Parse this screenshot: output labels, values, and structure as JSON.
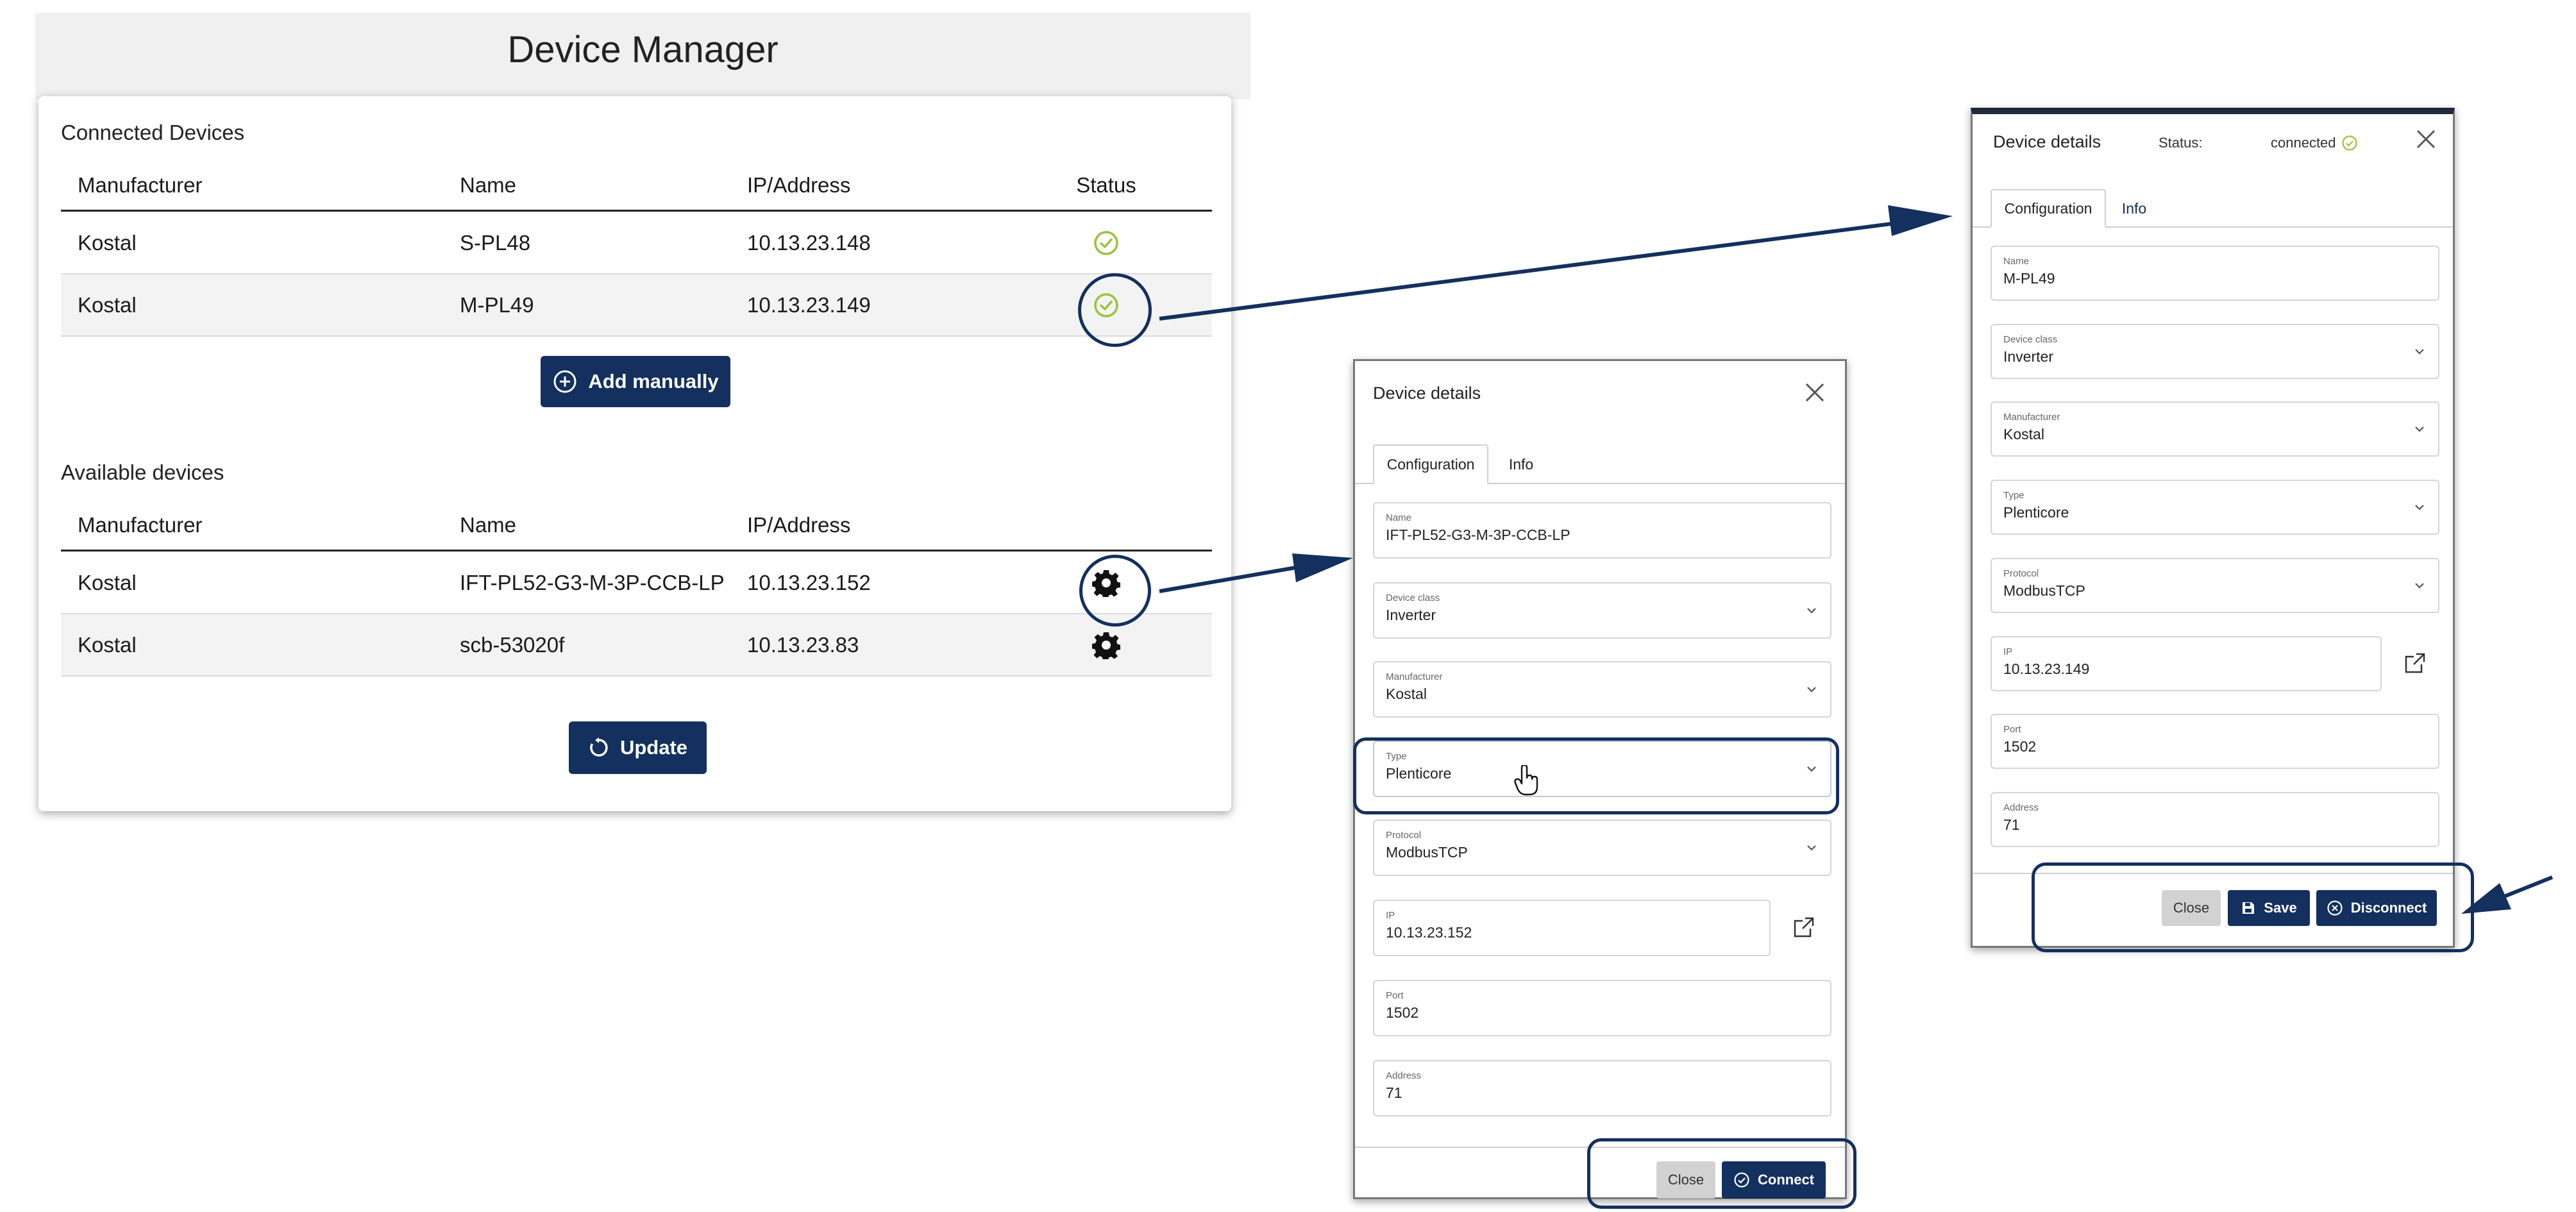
{
  "device_manager": {
    "title": "Device Manager",
    "connected": {
      "section_title": "Connected Devices",
      "columns": [
        "Manufacturer",
        "Name",
        "IP/Address",
        "Status"
      ],
      "rows": [
        {
          "manufacturer": "Kostal",
          "name": "S-PL48",
          "ip": "10.13.23.148",
          "status_icon": "check-circle-icon"
        },
        {
          "manufacturer": "Kostal",
          "name": "M-PL49",
          "ip": "10.13.23.149",
          "status_icon": "check-circle-icon"
        }
      ],
      "add_button": "Add manually"
    },
    "available": {
      "section_title": "Available devices",
      "columns": [
        "Manufacturer",
        "Name",
        "IP/Address"
      ],
      "rows": [
        {
          "manufacturer": "Kostal",
          "name": "IFT-PL52-G3-M-3P-CCB-LP",
          "ip": "10.13.23.152",
          "action_icon": "gear-icon"
        },
        {
          "manufacturer": "Kostal",
          "name": "scb-53020f",
          "ip": "10.13.23.83",
          "action_icon": "gear-icon"
        }
      ],
      "update_button": "Update"
    }
  },
  "dialog_connect": {
    "title": "Device details",
    "tabs": [
      "Configuration",
      "Info"
    ],
    "fields": {
      "name": {
        "label": "Name",
        "value": "IFT-PL52-G3-M-3P-CCB-LP"
      },
      "device_class": {
        "label": "Device class",
        "value": "Inverter"
      },
      "manufacturer": {
        "label": "Manufacturer",
        "value": "Kostal"
      },
      "type": {
        "label": "Type",
        "value": "Plenticore"
      },
      "protocol": {
        "label": "Protocol",
        "value": "ModbusTCP"
      },
      "ip": {
        "label": "IP",
        "value": "10.13.23.152"
      },
      "port": {
        "label": "Port",
        "value": "1502"
      },
      "address": {
        "label": "Address",
        "value": "71"
      }
    },
    "buttons": {
      "close": "Close",
      "connect": "Connect"
    }
  },
  "dialog_connected": {
    "title": "Device details",
    "status_label": "Status:",
    "status_value": "connected",
    "tabs": [
      "Configuration",
      "Info"
    ],
    "fields": {
      "name": {
        "label": "Name",
        "value": "M-PL49"
      },
      "device_class": {
        "label": "Device class",
        "value": "Inverter"
      },
      "manufacturer": {
        "label": "Manufacturer",
        "value": "Kostal"
      },
      "type": {
        "label": "Type",
        "value": "Plenticore"
      },
      "protocol": {
        "label": "Protocol",
        "value": "ModbusTCP"
      },
      "ip": {
        "label": "IP",
        "value": "10.13.23.149"
      },
      "port": {
        "label": "Port",
        "value": "1502"
      },
      "address": {
        "label": "Address",
        "value": "71"
      }
    },
    "buttons": {
      "close": "Close",
      "save": "Save",
      "disconnect": "Disconnect"
    }
  },
  "colors": {
    "navy": "#13305e",
    "status_green": "#9ac33c",
    "panel_bg": "#f0f0f0"
  }
}
